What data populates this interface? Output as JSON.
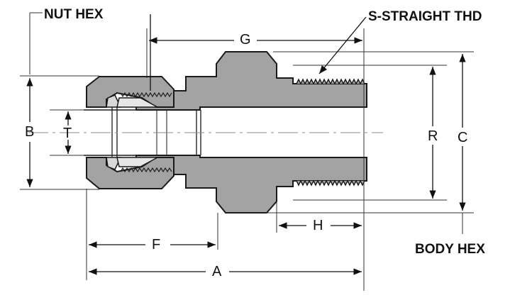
{
  "labels": {
    "nut_hex": "NUT HEX",
    "s_straight_thd": "S-STRAIGHT THD",
    "body_hex": "BODY HEX"
  },
  "dimensions": {
    "g": "G",
    "b": "B",
    "t": "T",
    "r": "R",
    "c": "C",
    "h": "H",
    "f": "F",
    "a": "A"
  },
  "colors": {
    "metal": "#a3a3a3",
    "outline": "#1a1a1a",
    "background": "#ffffff"
  }
}
